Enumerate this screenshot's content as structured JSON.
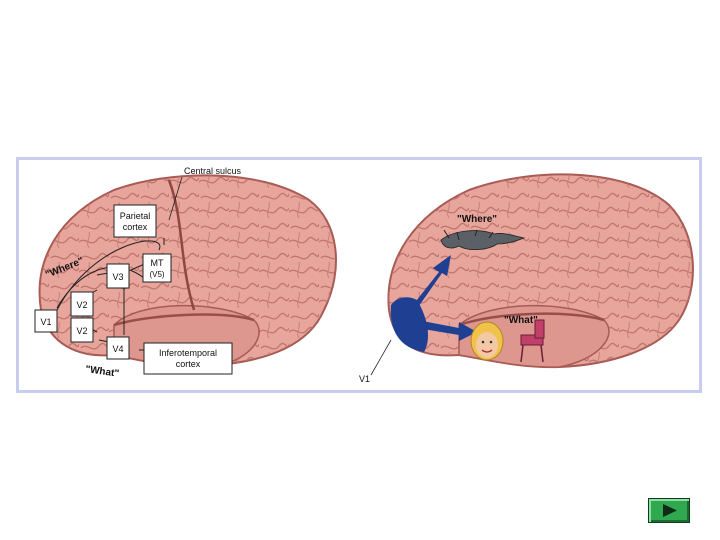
{
  "left_brain": {
    "central_sulcus": "Central sulcus",
    "parietal_line1": "Parietal",
    "parietal_line2": "cortex",
    "mt_line1": "MT",
    "mt_line2": "(V5)",
    "v1": "V1",
    "v2_upper": "V2",
    "v2_lower": "V2",
    "v3": "V3",
    "v4": "V4",
    "infero_line1": "Inferotemporal",
    "infero_line2": "cortex",
    "where": "\"Where\"",
    "what": "\"What\""
  },
  "right_brain": {
    "where": "\"Where\"",
    "what": "\"What\"",
    "v1": "V1"
  },
  "colors": {
    "frame_border": "#c8cdf0",
    "brain": "#e7a59c",
    "pathway_blue": "#1f3f93",
    "next_button": "#2fa84f"
  },
  "icons": {
    "next": "play-arrow-icon"
  }
}
